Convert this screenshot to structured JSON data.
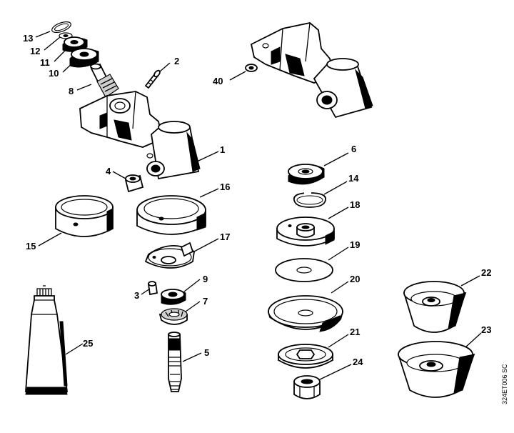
{
  "diagram": {
    "labels": {
      "p1": "1",
      "p2": "2",
      "p3": "3",
      "p4": "4",
      "p5": "5",
      "p6": "6",
      "p7": "7",
      "p8": "8",
      "p9": "9",
      "p10": "10",
      "p11": "11",
      "p12": "12",
      "p13": "13",
      "p14": "14",
      "p15": "15",
      "p16": "16",
      "p17": "17",
      "p18": "18",
      "p19": "19",
      "p20": "20",
      "p21": "21",
      "p22": "22",
      "p23": "23",
      "p24": "24",
      "p25": "25",
      "p40": "40"
    },
    "drawing_code": "324ET006 SC",
    "colors": {
      "line": "#000000",
      "background": "#ffffff"
    }
  }
}
